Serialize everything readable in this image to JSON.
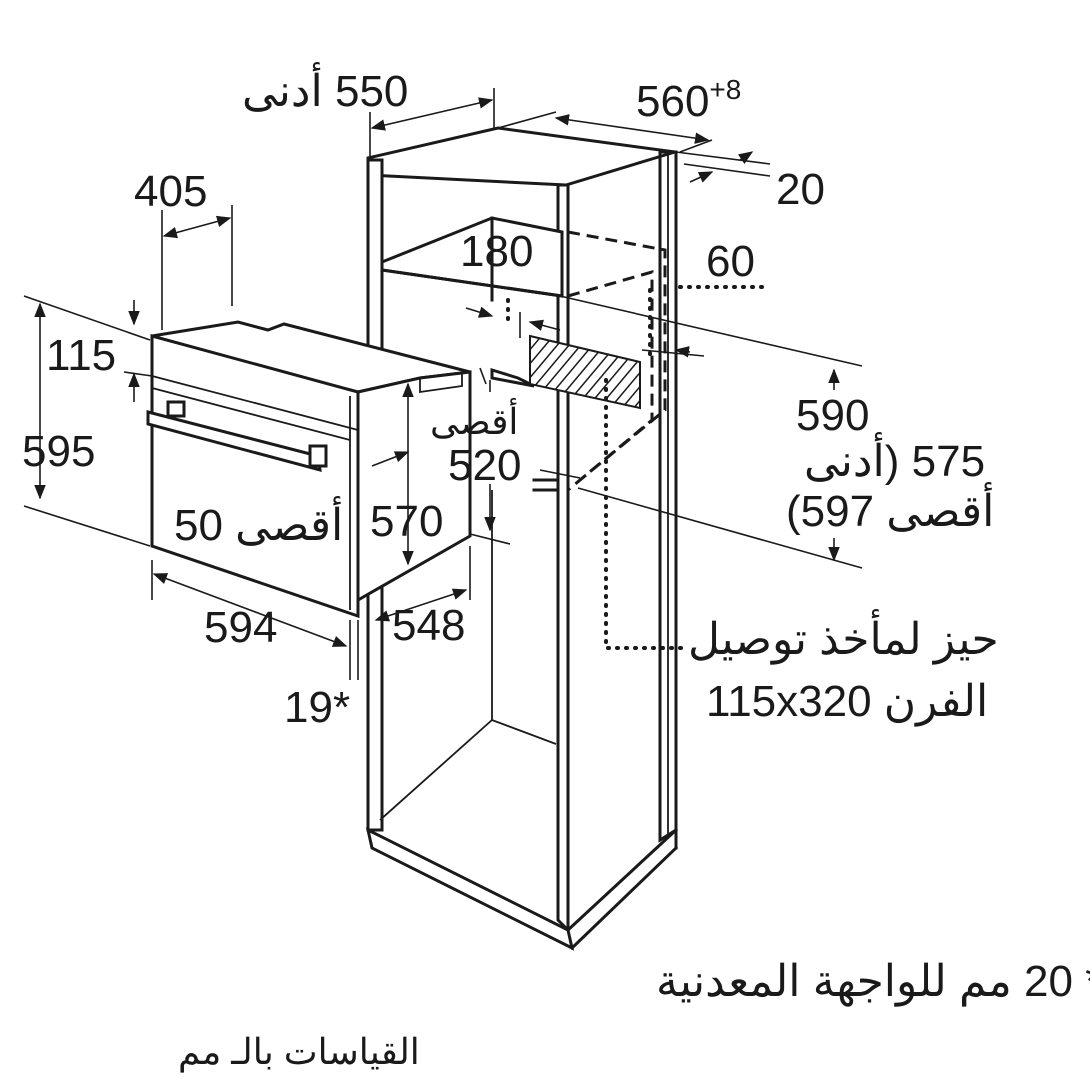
{
  "labels": {
    "min_550": "550 أدنى",
    "w_560": "560",
    "w_560_tol": "+8",
    "gap_20": "20",
    "d_405": "405",
    "h_180": "180",
    "h_60": "60",
    "h_115": "115",
    "h_595": "595",
    "max_label_1": "أقصى",
    "d_520": "520",
    "h_590": "590",
    "h_575": "575 (أدنى",
    "h_597": "أقصى 597)",
    "max_50": "أقصى 50",
    "h_570": "570",
    "w_594": "594",
    "d_548": "548",
    "n_19": "19*",
    "socket_line1": "حيز لمأخذ توصيل",
    "socket_line2": "الفرن 115x320",
    "note_metal": "* 20 مم للواجهة المعدنية",
    "units_note": "القياسات بالـ مم"
  },
  "colors": {
    "ink": "#1a1a1a",
    "background": "#ffffff"
  }
}
